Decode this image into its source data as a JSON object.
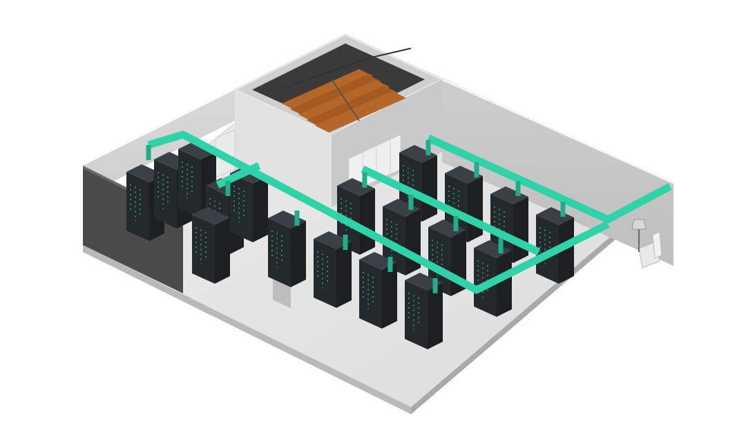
{
  "image": {
    "subject": "isometric-data-center-room",
    "colors": {
      "background": "#ffffff",
      "floor": "#e7e7e7",
      "wall": "#d9d9d9",
      "wall_dark": "#bdbdbd",
      "partition": "#4a4a4a",
      "rack": "#24292c",
      "rack_top": "#3a4045",
      "rack_led": "#3de0c0",
      "cooling_pipe": "#2fd3a7",
      "cooling_pipe_dark": "#1fae88",
      "stairs": "#b5672a"
    },
    "objects": {
      "server_rack_rows": 4,
      "racks_per_row": [
        4,
        4,
        4,
        4
      ],
      "left_bay_racks": 4,
      "cooling_pipe_runs": 3
    }
  }
}
